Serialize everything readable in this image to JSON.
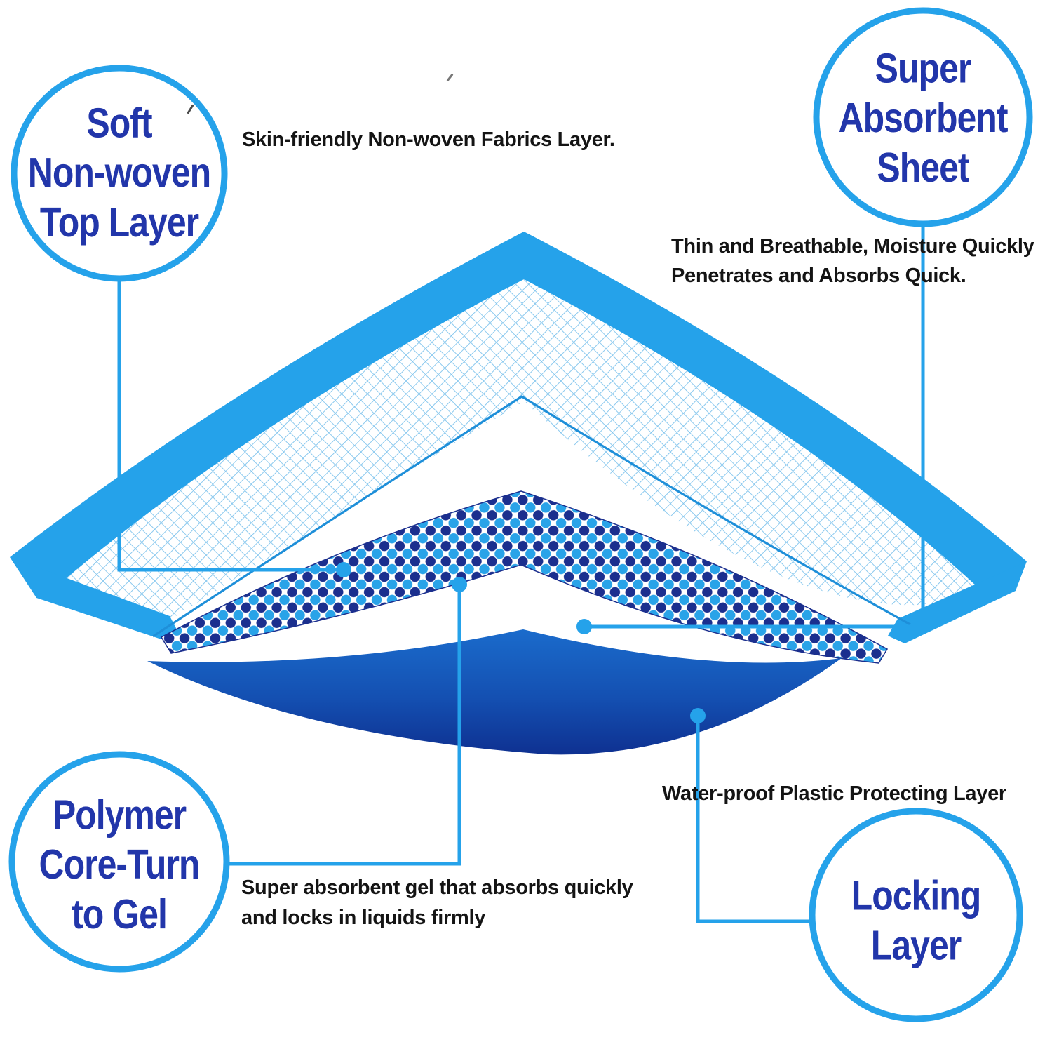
{
  "title": "Absorbent pad layer structure infographic",
  "colors": {
    "accent_cyan": "#25A2EA",
    "navy_label_text": "#2236AA",
    "annotation_text": "#141414",
    "mesh_line": "#7EC3ED",
    "sheet_outline": "#1E8FD9",
    "dot_navy": "#1B2F8E",
    "dot_cyan": "#29A3E8",
    "dark_layer_top": "#1B6ECE",
    "dark_layer_bottom": "#0E2F8F"
  },
  "callouts": {
    "top_left": {
      "lines": [
        "Soft",
        "Non-woven",
        "Top Layer"
      ]
    },
    "top_right": {
      "lines": [
        "Super",
        "Absorbent",
        "Sheet"
      ]
    },
    "bottom_left": {
      "lines": [
        "Polymer",
        "Core-Turn",
        "to Gel"
      ]
    },
    "bottom_right": {
      "lines": [
        "Locking",
        "Layer"
      ]
    }
  },
  "annotations": {
    "top_layer_note": "Skin-friendly Non-woven Fabrics Layer.",
    "absorbent_note_line1": "Thin and Breathable, Moisture Quickly",
    "absorbent_note_line2": "Penetrates and Absorbs Quick.",
    "gel_note_line1": "Super absorbent gel that absorbs quickly",
    "gel_note_line2": "and locks in liquids firmly",
    "waterproof_note": "Water-proof Plastic Protecting Layer"
  },
  "layers": [
    "soft non-woven top layer (mesh)",
    "super absorbent sheet (thin outline)",
    "polymer core dotted band",
    "water-proof plastic locking layer"
  ]
}
